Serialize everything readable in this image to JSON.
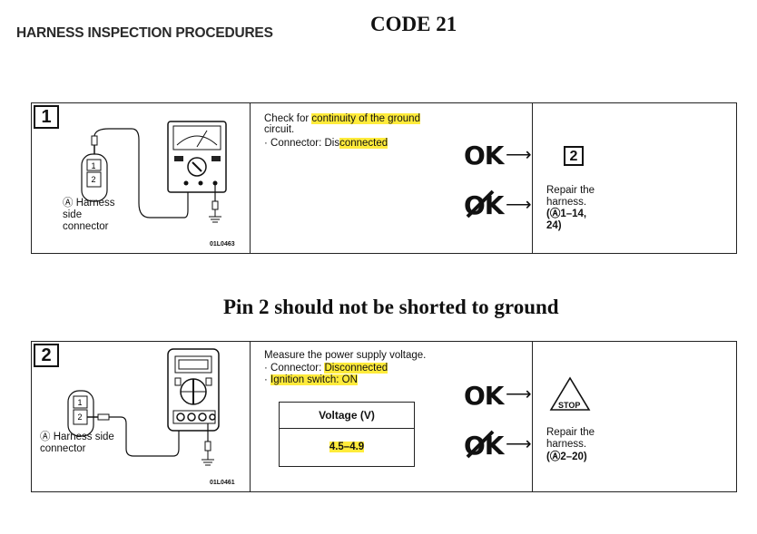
{
  "header": {
    "title": "HARNESS INSPECTION PROCEDURES",
    "code": "CODE 21"
  },
  "note": "Pin 2 should not be shorted to ground",
  "step1": {
    "number": "1",
    "connector_label": "Ⓐ Harness\nside\nconnector",
    "connector_pins": [
      "1",
      "2"
    ],
    "figure_code": "01L0463",
    "instruction_line1_pre": "Check for ",
    "instruction_line1_hl": "continuity of the ground",
    "instruction_line2": "circuit.",
    "connector_line_pre": "· Connector: Dis",
    "connector_line_hl": "connected",
    "ok_label": "OK",
    "ng_label": "OK",
    "next_step": "2",
    "repair_text": "Repair the\nharness.",
    "repair_ref": "(Ⓐ1–14,\n24)"
  },
  "step2": {
    "number": "2",
    "connector_label": "Ⓐ Harness side\nconnector",
    "connector_pins": [
      "1",
      "2"
    ],
    "figure_code": "01L0461",
    "instruction_line1": "Measure the power supply voltage.",
    "connector_line_pre": "· Connector: ",
    "connector_line_hl": "Disconnected",
    "ignition_line_pre": "· ",
    "ignition_line_hl": "Ignition switch: ON",
    "table_header": "Voltage (V)",
    "table_value": "4.5–4.9",
    "ok_label": "OK",
    "ng_label": "OK",
    "stop_label": "STOP",
    "repair_text": "Repair the\nharness.",
    "repair_ref": "(Ⓐ2–20)"
  },
  "colors": {
    "highlight": "#ffeb3b",
    "ink": "#111111"
  }
}
